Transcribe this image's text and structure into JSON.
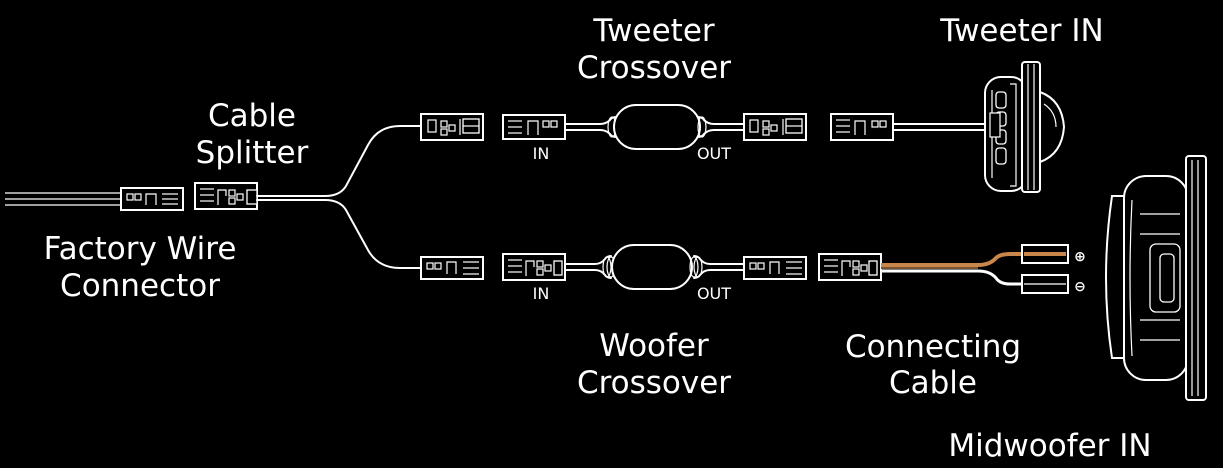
{
  "labels": {
    "factory_wire_connector": [
      "Factory Wire",
      "Connector"
    ],
    "cable_splitter": [
      "Cable",
      "Splitter"
    ],
    "tweeter_crossover": [
      "Tweeter",
      "Crossover"
    ],
    "woofer_crossover": [
      "Woofer",
      "Crossover"
    ],
    "tweeter_in": "Tweeter IN",
    "midwoofer_in": "Midwoofer IN",
    "connecting_cable": [
      "Connecting",
      "Cable"
    ]
  },
  "ports": {
    "tweeter_in_label": "IN",
    "tweeter_out_label": "OUT",
    "woofer_in_label": "IN",
    "woofer_out_label": "OUT"
  },
  "polarity": {
    "positive": "⊕",
    "negative": "⊖"
  },
  "colors": {
    "background": "#000000",
    "line": "#ffffff",
    "copper_wire": "#c8864a"
  }
}
